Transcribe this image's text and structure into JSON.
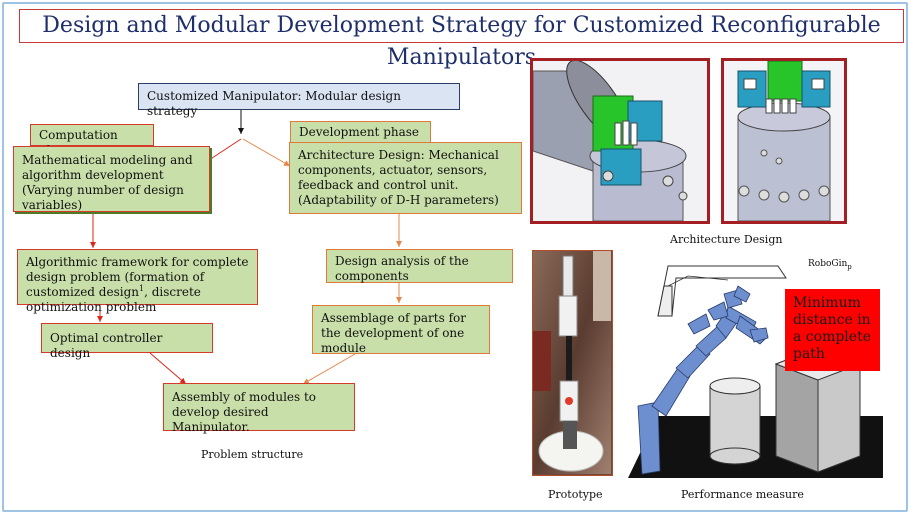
{
  "title": "Design and Modular Development Strategy for Customized Reconfigurable Manipulators",
  "flow": {
    "top": "Customized Manipulator: Modular design strategy",
    "computation_phase": "Computation phase",
    "math_model": "Mathematical modeling and algorithm development (Varying number of design variables)",
    "development_phase": "Development phase",
    "architecture": "Architecture Design: Mechanical components, actuator, sensors, feedback and control unit. (Adaptability of D-H parameters)",
    "algo_framework_pre": "Algorithmic framework for complete design problem (formation of customized design",
    "algo_framework_sup": "1",
    "algo_framework_post": ", discrete optimization problem",
    "design_analysis": "Design analysis of the components",
    "optimal_controller": "Optimal controller design",
    "assemblage": "Assemblage of parts for the development of one module",
    "assembly": "Assembly of modules to develop desired Manipulator.",
    "problem_structure": "Problem structure"
  },
  "images": {
    "architecture_caption": "Architecture Design",
    "prototype_caption": "Prototype",
    "performance_caption": "Performance measure",
    "robogin_label": "RoboGin",
    "robogin_sub": "p",
    "min_distance": "Minimum distance in a complete path"
  },
  "colors": {
    "title_text": "#1f2f6b",
    "title_border": "#c23a3a",
    "box_fill": "#c9dfa9",
    "red_arrow": "#d9281a",
    "orange_arrow": "#e5874a",
    "highlight": "#ff0000",
    "frame": "#9fc3e4"
  }
}
